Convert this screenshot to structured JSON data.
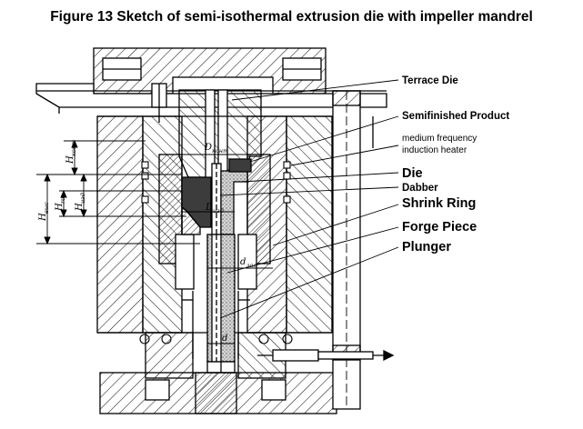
{
  "figure": {
    "title": "Figure 13 Sketch of semi-isothermal extrusion die with impeller mandrel"
  },
  "labels": {
    "terrace_die": "Terrace Die",
    "semifinished_product": "Semifinished Product",
    "heater_line1": "medium frequency",
    "heater_line2": "induction heater",
    "die": "Die",
    "dabber": "Dabber",
    "shrink_ring": "Shrink Ring",
    "forge_piece": "Forge Piece",
    "plunger": "Plunger"
  },
  "dimensions": {
    "d_kont_main": "D",
    "d_kont_sub": "конт",
    "d_izd_main": "D",
    "d_izd_sub": "изд",
    "d_zag_main": "d",
    "d_zag_sub": "заг",
    "d_small": "d",
    "h_kont_main": "H",
    "h_kont_sub": "конт",
    "h_vyd_main": "H",
    "h_vyd_sub": "выс",
    "h_ro_main": "H",
    "h_ro_sub": "ro",
    "h_izd_main": "H",
    "h_izd_sub": "изд"
  },
  "colors": {
    "line": "#000000",
    "hatch": "#1a1a1a",
    "dark_fill": "#3c3c3c",
    "stipple": "#9a9a9a",
    "background": "#ffffff"
  }
}
